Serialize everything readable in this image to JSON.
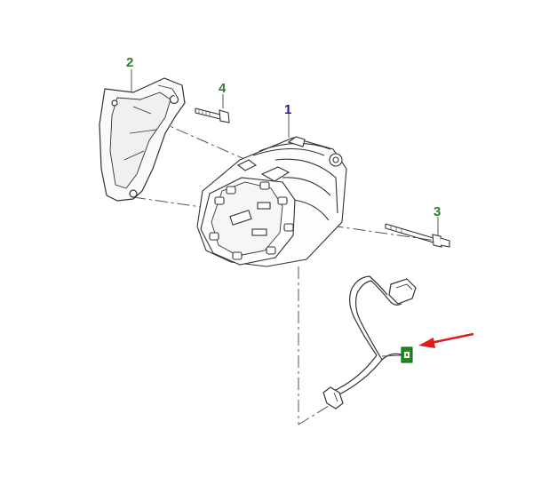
{
  "callouts": [
    {
      "id": "1",
      "label": "1",
      "color": "#1a1aa6"
    },
    {
      "id": "2",
      "label": "2",
      "color": "#2e7d2e"
    },
    {
      "id": "3",
      "label": "3",
      "color": "#2e7d2e"
    },
    {
      "id": "4",
      "label": "4",
      "color": "#2e7d2e"
    }
  ],
  "parts": [
    {
      "callout": "1",
      "icon": "ac-compressor-icon"
    },
    {
      "callout": "2",
      "icon": "mounting-bracket-icon"
    },
    {
      "callout": "3",
      "icon": "long-bolt-icon"
    },
    {
      "callout": "4",
      "icon": "short-bolt-icon"
    },
    {
      "callout": "",
      "icon": "wiring-harness-icon"
    }
  ],
  "highlight": {
    "icon": "harness-connector-icon",
    "color": "#1f8a1f"
  },
  "pointer": {
    "icon": "red-arrow-icon",
    "color": "#e01b1b"
  },
  "line_color": "#333333"
}
